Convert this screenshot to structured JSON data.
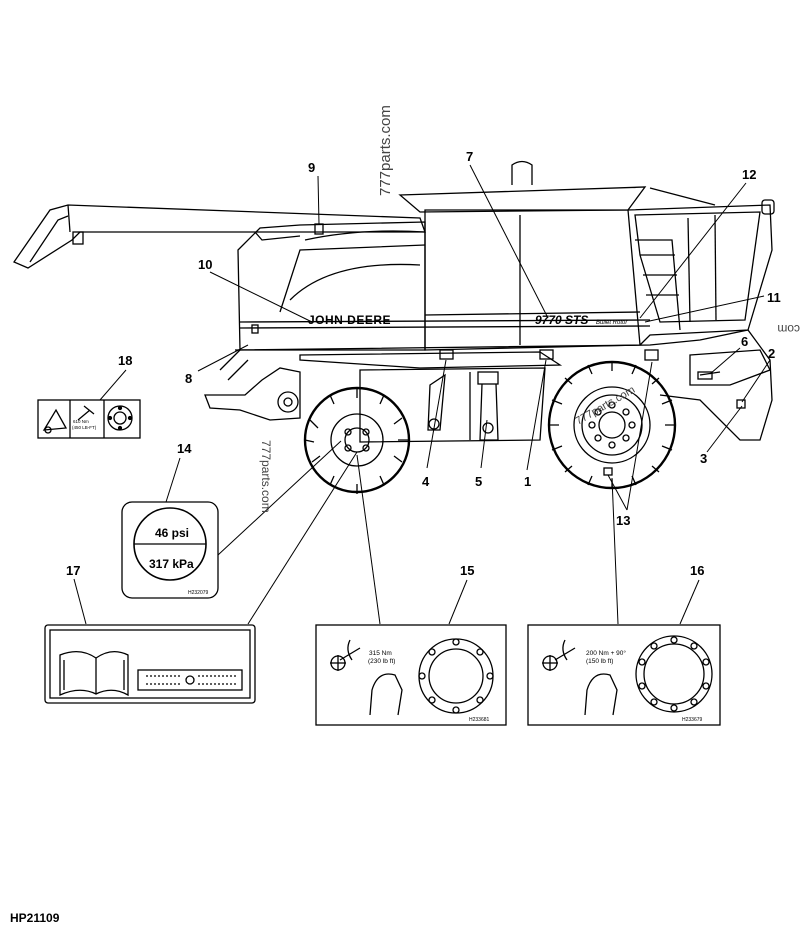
{
  "figure_id": "HP21109",
  "watermark": "777parts.com",
  "callouts": [
    "1",
    "2",
    "3",
    "4",
    "5",
    "6",
    "7",
    "8",
    "9",
    "10",
    "11",
    "12",
    "13",
    "14",
    "15",
    "16",
    "17",
    "18"
  ],
  "machine": {
    "brand": "JOHN DEERE",
    "model": "9770 STS",
    "model_suffix": "Bullet Rotor"
  },
  "decal_14": {
    "line1": "46 psi",
    "line2": "317 kPa",
    "code": "H232079"
  },
  "decal_15": {
    "torque_nm": "315 Nm",
    "torque_ft": "(230 lb ft)",
    "code": "H233681"
  },
  "decal_16": {
    "torque_nm": "200 Nm + 90°",
    "torque_ft": "(150 lb ft)",
    "code": "H233679"
  },
  "decal_18": {
    "torque_nm": "610 Nm",
    "torque_ft": "(450 LB-FT)"
  }
}
